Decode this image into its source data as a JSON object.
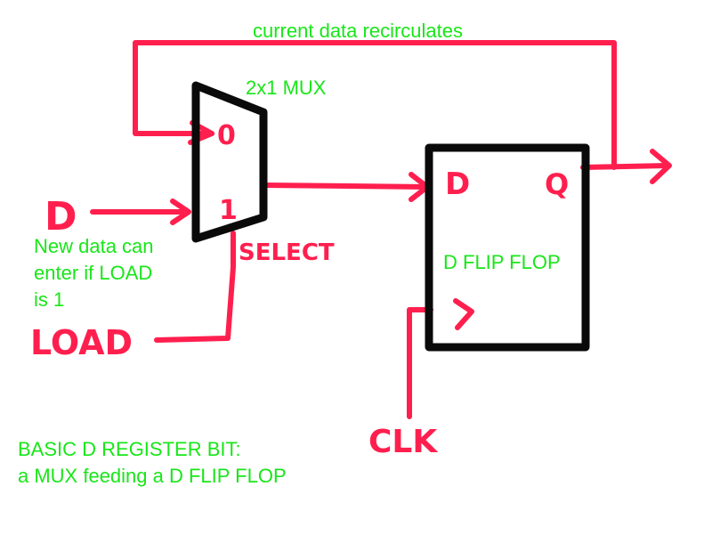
{
  "colors": {
    "wire": "#ff1f4e",
    "box": "#0a0a0a",
    "note": "#19e619",
    "background": "#ffffff"
  },
  "labels": {
    "recirculate_note": "current data recirculates",
    "mux_title": "2x1 MUX",
    "mux_input_0": "0",
    "mux_input_1": "1",
    "select": "SELECT",
    "ff_title": "D FLIP FLOP",
    "ff_d": "D",
    "ff_q": "Q",
    "ff_clk_mark": ">",
    "d_input": "D",
    "load_input": "LOAD",
    "clk_input": "CLK",
    "new_data_note": [
      "New data can",
      "enter if LOAD",
      "is 1"
    ],
    "caption": [
      "BASIC D REGISTER BIT:",
      "a MUX feeding a D FLIP FLOP"
    ]
  }
}
